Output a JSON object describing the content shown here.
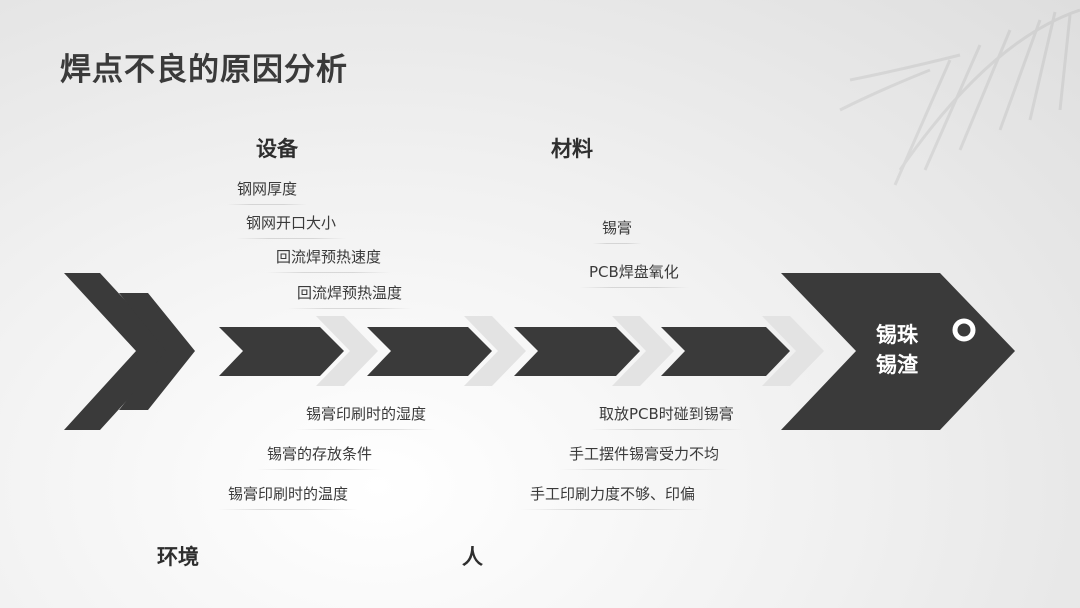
{
  "title": "焊点不良的原因分析",
  "effect": {
    "line1": "锡珠",
    "line2": "锡渣"
  },
  "categories": {
    "equipment": {
      "label": "设备",
      "causes": [
        "钢网厚度",
        "钢网开口大小",
        "回流焊预热速度",
        "回流焊预热温度"
      ]
    },
    "material": {
      "label": "材料",
      "causes": [
        "锡膏",
        "PCB焊盘氧化"
      ]
    },
    "environment": {
      "label": "环境",
      "causes": [
        "锡膏印刷时的湿度",
        "锡膏的存放条件",
        "锡膏印刷时的温度"
      ]
    },
    "people": {
      "label": "人",
      "causes": [
        "取放PCB时碰到锡膏",
        "手工摆件锡膏受力不均",
        "手工印刷力度不够、印偏"
      ]
    }
  },
  "colors": {
    "arrow": "#3a3a3a",
    "ghost": "#e3e3e3",
    "text": "#2f2f2f"
  }
}
